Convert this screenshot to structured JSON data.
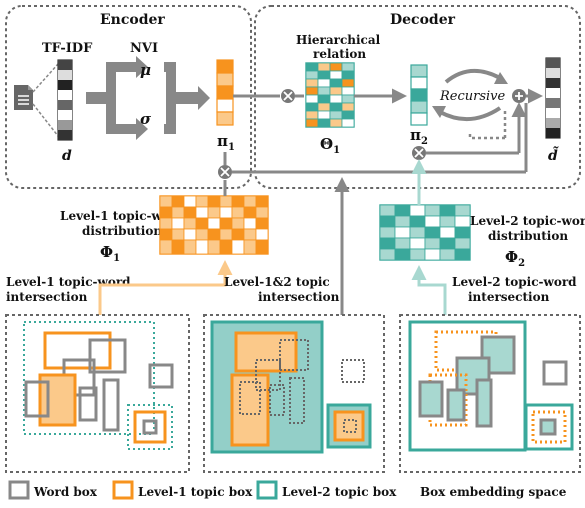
{
  "encoder": {
    "title": "Encoder",
    "tfidf": "TF-IDF",
    "nvi": "NVI",
    "mu": "μ",
    "sigma": "σ",
    "pi1": "π",
    "pi1_sub": "1",
    "doc": "d"
  },
  "decoder": {
    "title": "Decoder",
    "hier_line1": "Hierarchical",
    "hier_line2": "relation",
    "theta": "Θ",
    "theta_sub": "1",
    "pi2": "π",
    "pi2_sub": "2",
    "recursive": "Recursive",
    "dtilde": "d̃"
  },
  "level1": {
    "dist_line1": "Level-1 topic-word",
    "dist_line2": "distribution",
    "phi": "Φ",
    "phi_sub": "1",
    "inter_line1": "Level-1 topic-word",
    "inter_line2": "intersection"
  },
  "level12": {
    "inter_line1": "Level-1&2 topic",
    "inter_line2": "intersection"
  },
  "level2": {
    "dist_line1": "Level-2 topic-word",
    "dist_line2": "distribution",
    "phi": "Φ",
    "phi_sub": "2",
    "inter_line1": "Level-2 topic-word",
    "inter_line2": "intersection"
  },
  "legend": {
    "word_box": "Word box",
    "level1_box": "Level-1 topic box",
    "level2_box": "Level-2 topic box",
    "space": "Box embedding space"
  },
  "colors": {
    "orange": "#f7931e",
    "orange_light": "#fbc98a",
    "teal": "#3aa89b",
    "teal_light": "#a8d8d0",
    "gray": "#888888",
    "dark": "#333333"
  }
}
